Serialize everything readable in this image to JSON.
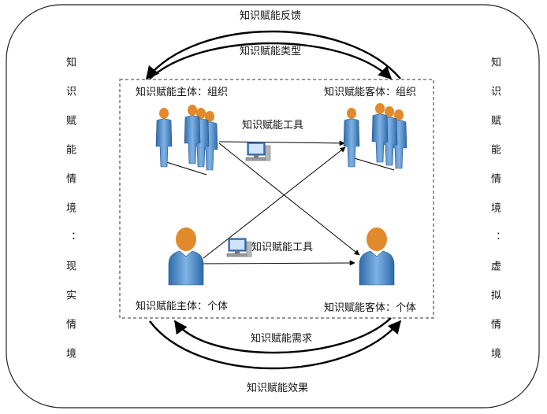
{
  "diagram": {
    "top_outer_arrow_label": "知识赋能反馈",
    "top_inner_arrow_label": "知识赋能类型",
    "bottom_inner_arrow_label": "知识赋能需求",
    "bottom_outer_arrow_label": "知识赋能效果",
    "left_context": "知识赋能情境：现实情境",
    "right_context": "知识赋能情境：虚拟情境",
    "subject_org": "知识赋能主体：组织",
    "object_org": "知识赋能客体：组织",
    "subject_individual": "知识赋能主体：个体",
    "object_individual": "知识赋能客体：个体",
    "tool_top": "知识赋能工具",
    "tool_middle": "知识赋能工具"
  },
  "icons": {
    "group": "people-group-icon",
    "person": "person-icon",
    "computer": "computer-icon"
  },
  "colors": {
    "head": "#e08a2c",
    "body": "#5b9bd5",
    "body_dark": "#2f6aa8",
    "line": "#000000"
  }
}
